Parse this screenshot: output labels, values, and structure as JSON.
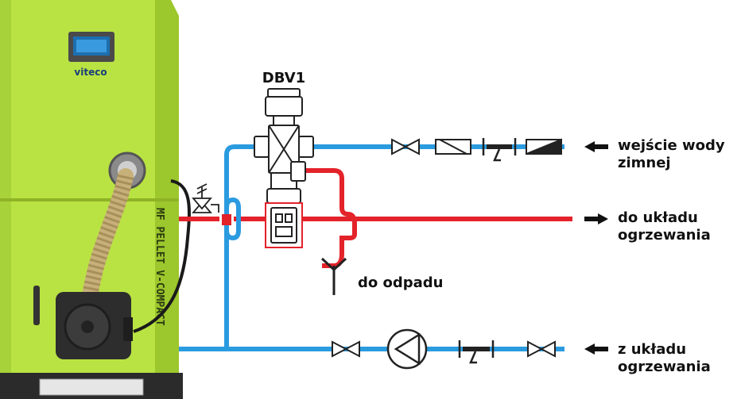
{
  "boiler": {
    "brand": "viteco",
    "model": "MF PELLET V-COMPACT",
    "body_color": "#b9e342",
    "shade_color": "#9cc72d"
  },
  "valve": {
    "label": "DBV1"
  },
  "outlets": {
    "cold_in": [
      "wejście wody",
      "zimnej"
    ],
    "heat_out": [
      "do układu",
      "ogrzewania"
    ],
    "drain": "do odpadu",
    "heat_return": [
      "z układu",
      "ogrzewania"
    ]
  },
  "colors": {
    "cold_pipe": "#2b9be0",
    "hot_pipe": "#e3222a",
    "symbol_stroke": "#222222"
  }
}
